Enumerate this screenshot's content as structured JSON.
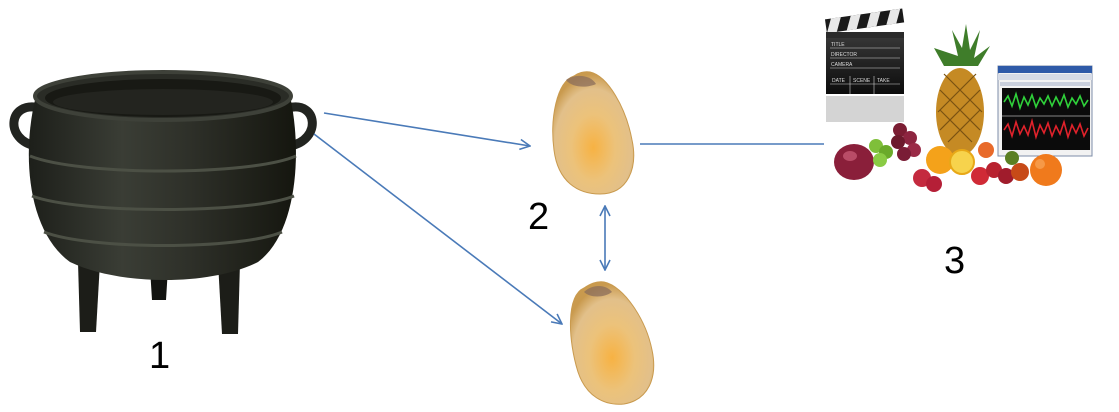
{
  "labels": {
    "pot": "1",
    "kernel": "2",
    "media": "3"
  },
  "clapperboard": {
    "line1": "TITLE",
    "line2": "DIRECTOR",
    "line3": "CAMERA",
    "col1": "DATE",
    "col2": "SCENE",
    "col3": "TAKE"
  },
  "colors": {
    "arrow": "#4a7ab8",
    "pot": "#2b2d27",
    "kernel": "#e6b457",
    "background": "#ffffff"
  }
}
